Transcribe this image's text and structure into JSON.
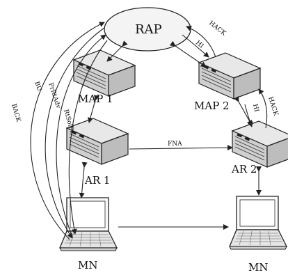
{
  "nodes": {
    "rap": "RAP",
    "map1": "MAP 1",
    "map2": "MAP 2",
    "ar1": "AR 1",
    "ar2": "AR 2",
    "mn_left": "MN",
    "mn_right": "MN"
  },
  "edges": {
    "hack_top": "HACK",
    "hi_top": "HI",
    "hi_right": "HI",
    "hack_right": "HACK",
    "fna": "FNA",
    "back": "BACK",
    "bu": "BU",
    "prrtadv": "PrRtAdv",
    "rtsolpr": "RtSolPr"
  }
}
